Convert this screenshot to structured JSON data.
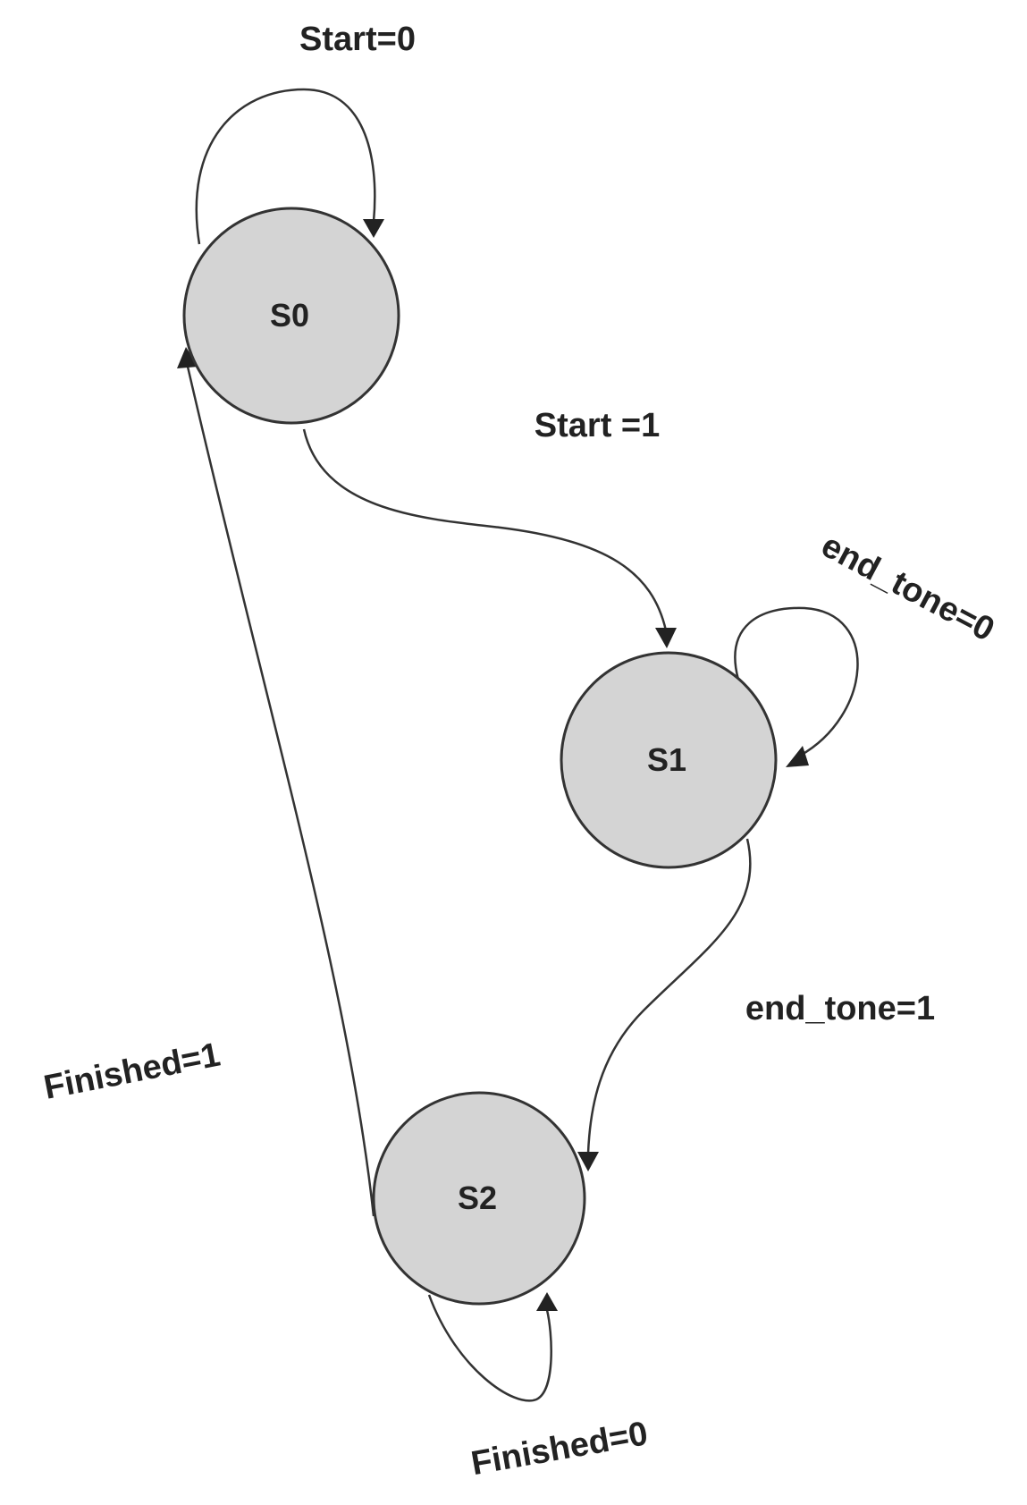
{
  "states": {
    "s0": "S0",
    "s1": "S1",
    "s2": "S2"
  },
  "transitions": {
    "s0_self": "Start=0",
    "s0_to_s1": "Start =1",
    "s1_self": "end_tone=0",
    "s1_to_s2": "end_tone=1",
    "s2_self": "Finished=0",
    "s2_to_s0": "Finished=1"
  }
}
